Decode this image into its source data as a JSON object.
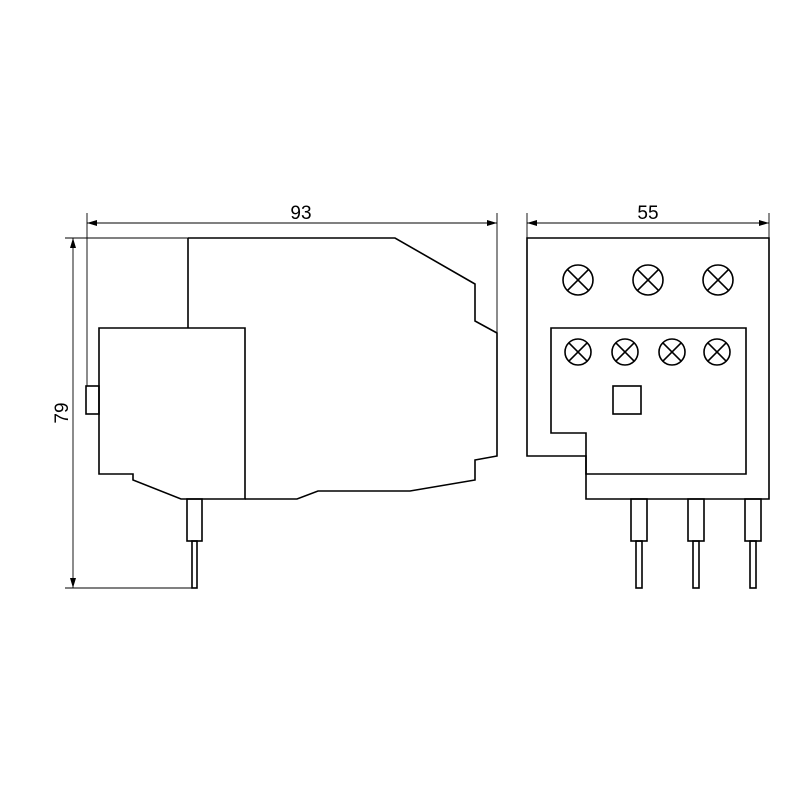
{
  "drawing": {
    "side_view": {
      "width_dimension": "93",
      "height_dimension": "79"
    },
    "front_view": {
      "width_dimension": "55",
      "top_terminal_screws": 3,
      "lower_terminal_screws": 4,
      "output_pins": 3
    },
    "colors": {
      "line": "#000000",
      "background": "#ffffff"
    }
  }
}
